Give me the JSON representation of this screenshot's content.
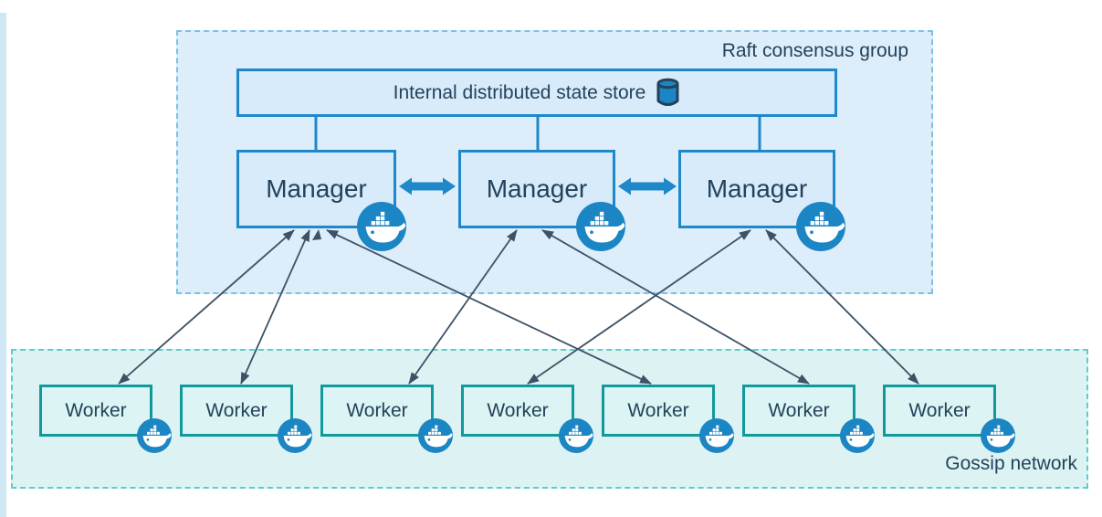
{
  "diagram": {
    "raft_group": {
      "label": "Raft consensus group",
      "state_store": {
        "label": "Internal distributed state store",
        "icon": "database-cylinder-icon"
      },
      "managers": [
        {
          "id": "manager-1",
          "label": "Manager"
        },
        {
          "id": "manager-2",
          "label": "Manager"
        },
        {
          "id": "manager-3",
          "label": "Manager"
        }
      ]
    },
    "gossip_network": {
      "label": "Gossip network",
      "workers": [
        {
          "id": "worker-1",
          "label": "Worker"
        },
        {
          "id": "worker-2",
          "label": "Worker"
        },
        {
          "id": "worker-3",
          "label": "Worker"
        },
        {
          "id": "worker-4",
          "label": "Worker"
        },
        {
          "id": "worker-5",
          "label": "Worker"
        },
        {
          "id": "worker-6",
          "label": "Worker"
        },
        {
          "id": "worker-7",
          "label": "Worker"
        }
      ]
    },
    "icons": {
      "node_badge": "docker-whale-icon"
    },
    "connections": {
      "style": "double-headed arrows",
      "manager_peer_links": [
        [
          "manager-1",
          "manager-2"
        ],
        [
          "manager-2",
          "manager-3"
        ]
      ],
      "manager_worker_links": [
        [
          "manager-1",
          "worker-1"
        ],
        [
          "manager-1",
          "worker-2"
        ],
        [
          "manager-2",
          "worker-3"
        ],
        [
          "manager-3",
          "worker-4"
        ],
        [
          "manager-1",
          "worker-5"
        ],
        [
          "manager-2",
          "worker-6"
        ],
        [
          "manager-3",
          "worker-7"
        ]
      ]
    },
    "colors": {
      "raft_fill": "#ddeefa",
      "raft_border": "#79c2e2",
      "box_fill": "#d7ebfa",
      "box_border": "#1f88ca",
      "worker_fill": "#dcf4f3",
      "worker_border": "#12999b",
      "gossip_fill": "#ddf3f3",
      "gossip_border": "#5ecccc",
      "docker_blue": "#1c85c4",
      "arrow_color": "#3d5266",
      "text_color": "#24425c"
    }
  }
}
